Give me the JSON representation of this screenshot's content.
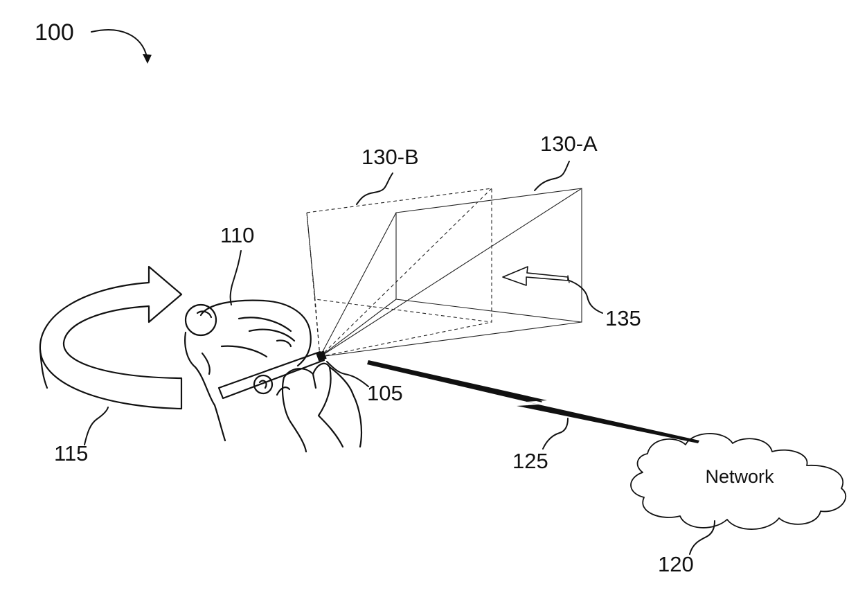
{
  "figure": {
    "figure_ref": "100",
    "labels": {
      "device": "105",
      "user": "110",
      "rotation": "115",
      "network": "120",
      "wireless_link": "125",
      "projection_a": "130-A",
      "projection_b": "130-B",
      "motion_arrow": "135"
    },
    "network_text": "Network"
  }
}
